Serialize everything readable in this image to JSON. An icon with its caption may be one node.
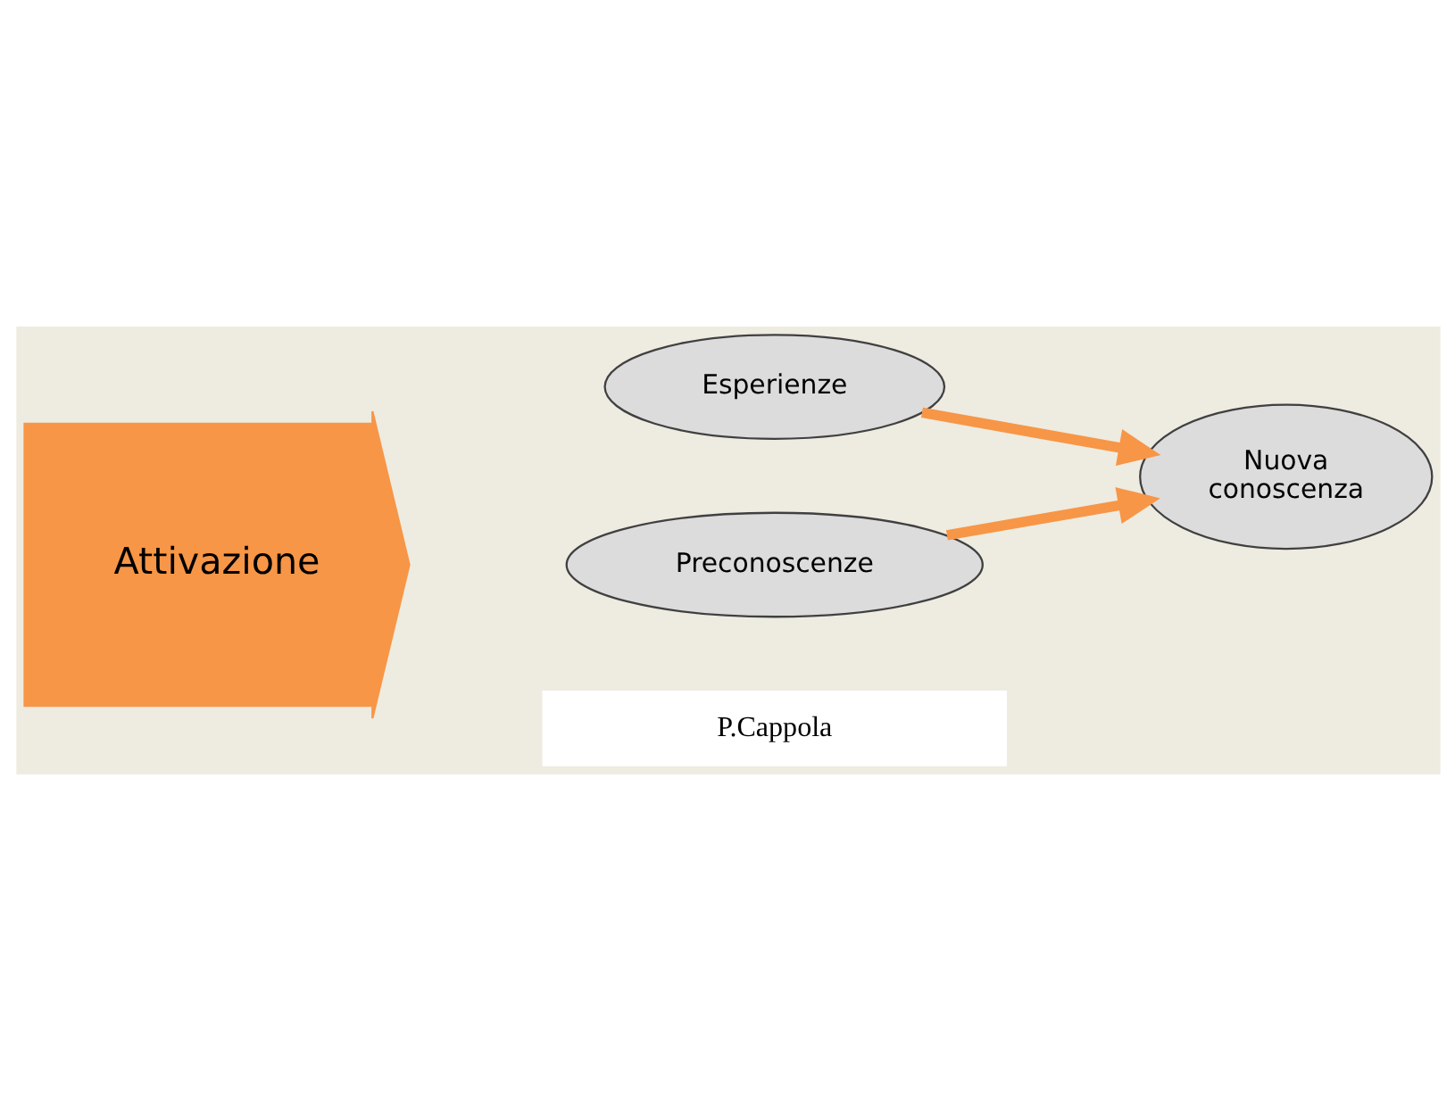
{
  "diagram": {
    "nodes": [
      {
        "text": [
          "Attivazione"
        ]
      },
      {
        "text": [
          "Esperienze"
        ]
      },
      {
        "text": [
          "Preconoscenze"
        ]
      },
      {
        "text": [
          "Nuova conoscenza"
        ]
      }
    ],
    "edges": [
      {
        "from": 1,
        "to": 3,
        "arrow": "to"
      },
      {
        "from": 2,
        "to": 3,
        "arrow": "to"
      }
    ],
    "labels": [
      "P.Cappola"
    ]
  }
}
